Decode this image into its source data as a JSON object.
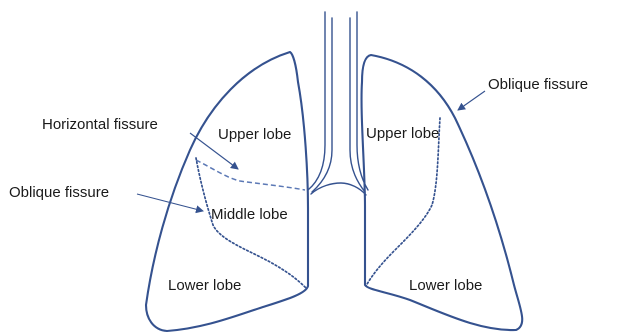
{
  "labels": {
    "horizontal_fissure": "Horizontal fissure",
    "oblique_fissure_left_callout": "Oblique fissure",
    "oblique_fissure_right_callout": "Oblique fissure",
    "right_upper_lobe": "Upper lobe",
    "right_middle_lobe": "Middle lobe",
    "right_lower_lobe": "Lower lobe",
    "left_upper_lobe": "Upper lobe",
    "left_lower_lobe": "Lower lobe"
  },
  "colors": {
    "outline": "#35528f",
    "fissure": "#5b78b5",
    "text": "#1a1a1a"
  }
}
